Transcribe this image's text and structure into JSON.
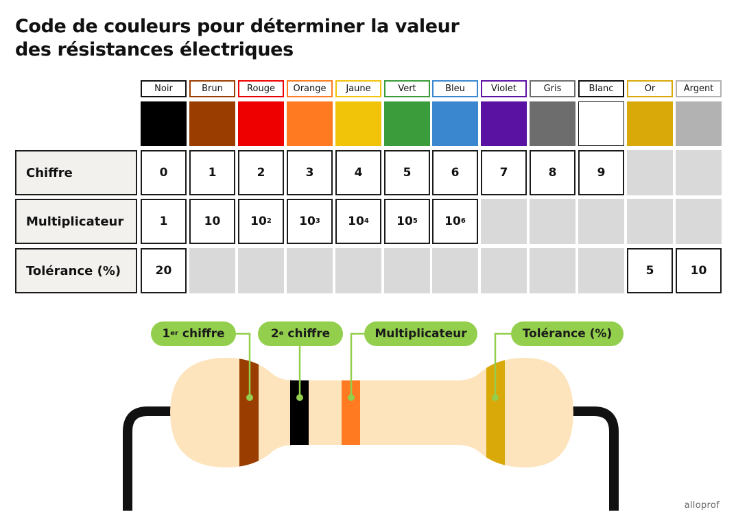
{
  "title_line1": "Code de couleurs pour déterminer la valeur",
  "title_line2": "des résistances électriques",
  "colors": [
    {
      "name": "Noir",
      "hex": "#000000",
      "border": "#111111"
    },
    {
      "name": "Brun",
      "hex": "#993d00",
      "border": "#993d00"
    },
    {
      "name": "Rouge",
      "hex": "#ee0000",
      "border": "#ee0000"
    },
    {
      "name": "Orange",
      "hex": "#ff7a20",
      "border": "#ff7a20"
    },
    {
      "name": "Jaune",
      "hex": "#f1c40a",
      "border": "#f1c40a"
    },
    {
      "name": "Vert",
      "hex": "#3b9c3b",
      "border": "#3b9c3b"
    },
    {
      "name": "Bleu",
      "hex": "#3a87cf",
      "border": "#3a87cf"
    },
    {
      "name": "Violet",
      "hex": "#5a12a2",
      "border": "#5a12a2"
    },
    {
      "name": "Gris",
      "hex": "#6d6d6d",
      "border": "#6d6d6d"
    },
    {
      "name": "Blanc",
      "hex": "#ffffff",
      "border": "#111111"
    },
    {
      "name": "Or",
      "hex": "#d9a809",
      "border": "#d9a809"
    },
    {
      "name": "Argent",
      "hex": "#b2b2b2",
      "border": "#b2b2b2"
    }
  ],
  "rows": [
    {
      "label": "Chiffre",
      "values": [
        {
          "base": "0"
        },
        {
          "base": "1"
        },
        {
          "base": "2"
        },
        {
          "base": "3"
        },
        {
          "base": "4"
        },
        {
          "base": "5"
        },
        {
          "base": "6"
        },
        {
          "base": "7"
        },
        {
          "base": "8"
        },
        {
          "base": "9"
        },
        null,
        null
      ]
    },
    {
      "label": "Multiplicateur",
      "values": [
        {
          "base": "1"
        },
        {
          "base": "10"
        },
        {
          "base": "10",
          "sup": "2"
        },
        {
          "base": "10",
          "sup": "3"
        },
        {
          "base": "10",
          "sup": "4"
        },
        {
          "base": "10",
          "sup": "5"
        },
        {
          "base": "10",
          "sup": "6"
        },
        null,
        null,
        null,
        null,
        null
      ]
    },
    {
      "label": "Tolérance (%)",
      "values": [
        {
          "base": "20"
        },
        null,
        null,
        null,
        null,
        null,
        null,
        null,
        null,
        null,
        {
          "base": "5"
        },
        {
          "base": "10"
        }
      ]
    }
  ],
  "labels": {
    "first_digit": {
      "base": "1",
      "sup": "er",
      "rest": " chiffre"
    },
    "second_digit": {
      "base": "2",
      "sup": "e",
      "rest": " chiffre"
    },
    "multiplier": "Multiplicateur",
    "tolerance": "Tolérance (%)"
  },
  "resistor": {
    "body_color": "#fde4bc",
    "lead_color": "#111111",
    "callout_color": "#93cf4d",
    "bands": [
      {
        "role": "1er chiffre",
        "color": "Brun",
        "hex": "#993d00"
      },
      {
        "role": "2e chiffre",
        "color": "Noir",
        "hex": "#000000"
      },
      {
        "role": "Multiplicateur",
        "color": "Orange",
        "hex": "#ff7a20"
      },
      {
        "role": "Tolérance",
        "color": "Or",
        "hex": "#d9a809"
      }
    ]
  },
  "logo": "alloprof"
}
